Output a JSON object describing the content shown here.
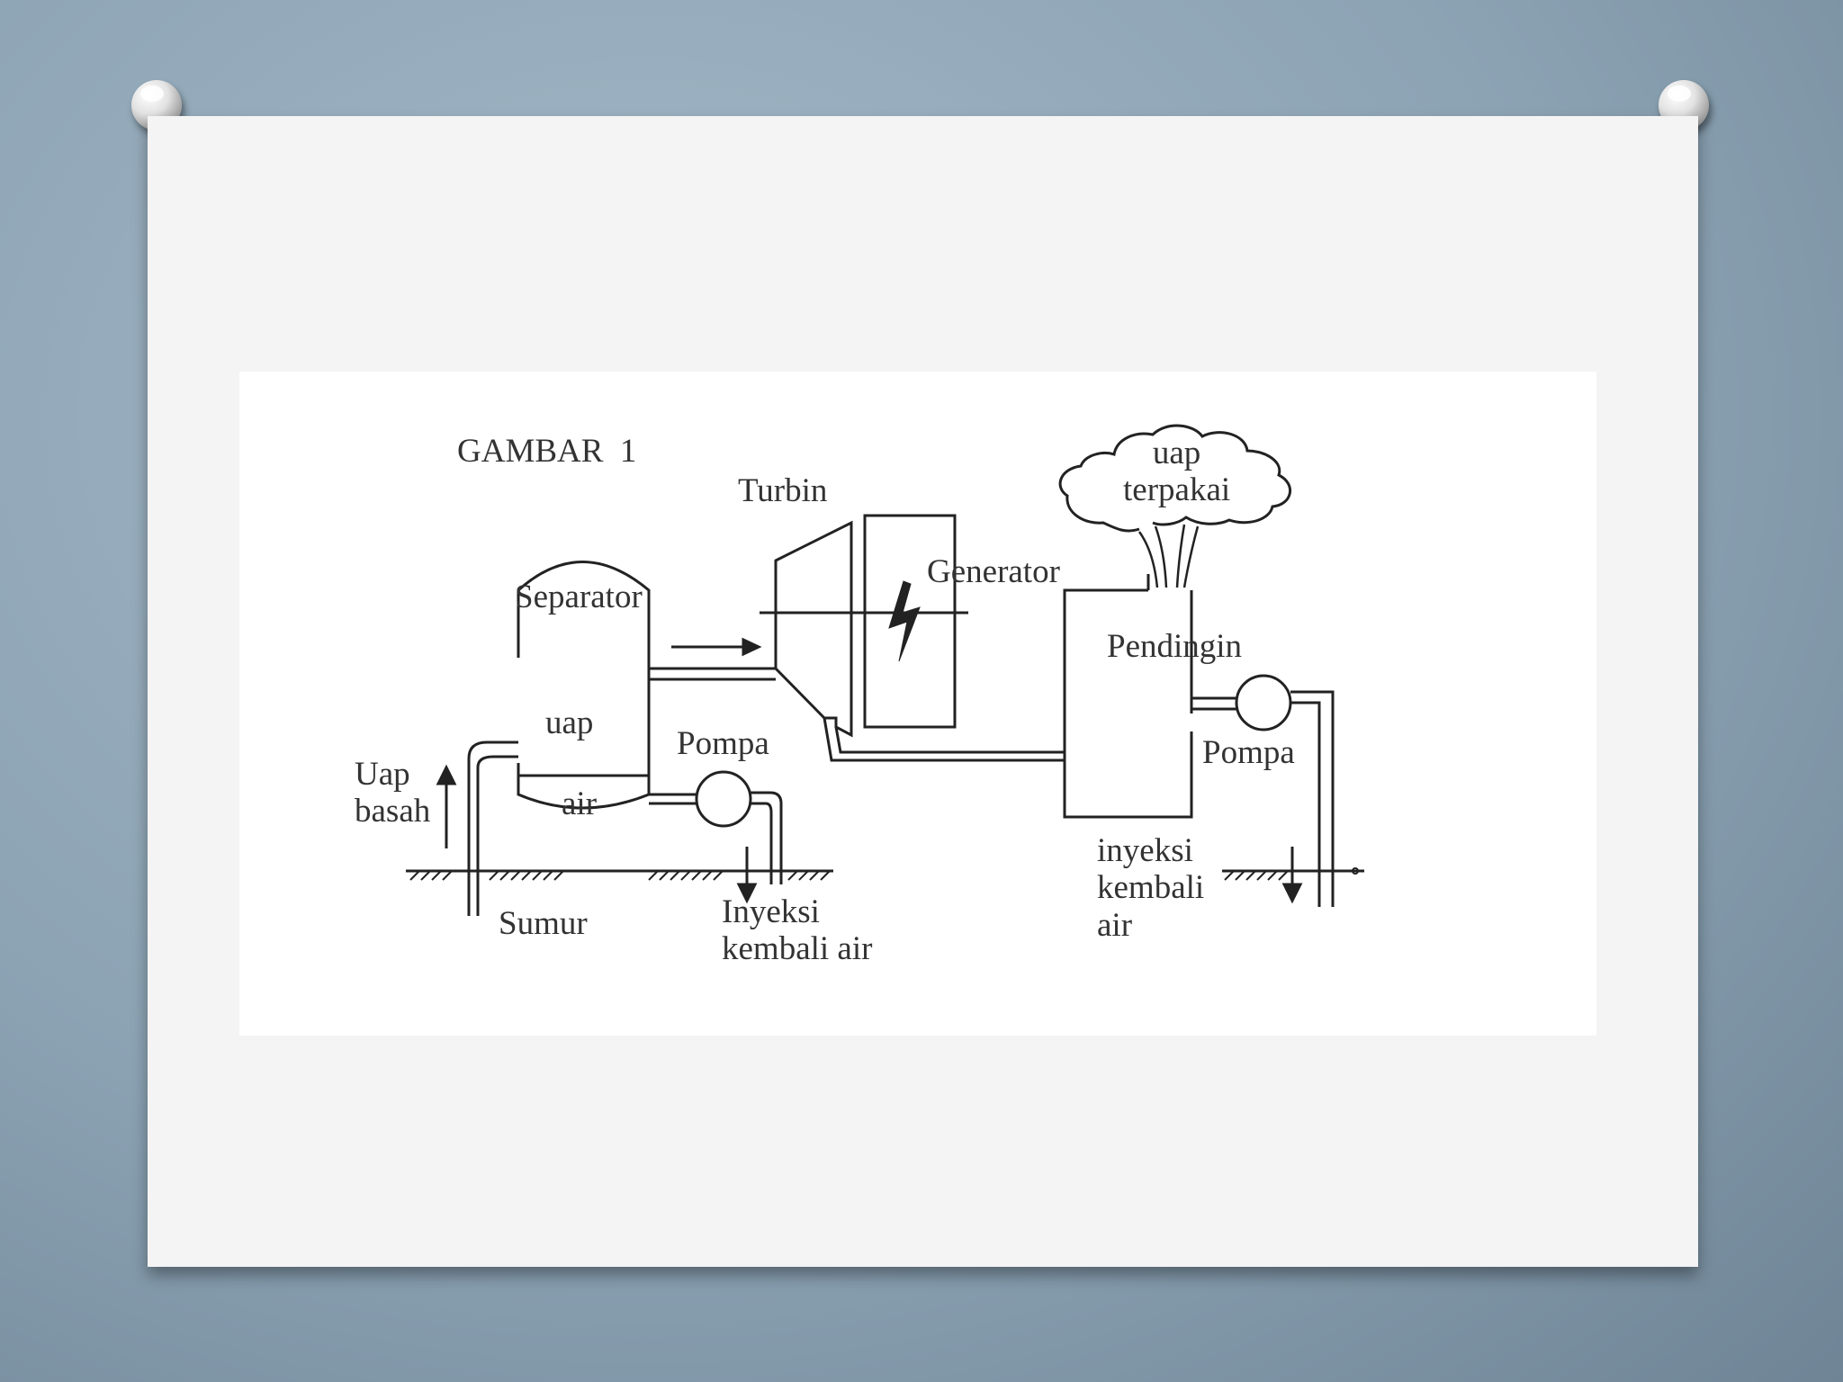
{
  "figure": {
    "title": "GAMBAR  1",
    "labels": {
      "turbin": "Turbin",
      "generator": "Generator",
      "separator": "Separator",
      "uap_separator": "uap",
      "air_separator": "air",
      "uap_basah": "Uap\nbasah",
      "pompa_left": "Pompa",
      "sumur": "Sumur",
      "injeksi_left": "Inyeksi\nkembali air",
      "uap_terpakai": "uap\nterpakai",
      "pendingin": "Pendingin",
      "pompa_right": "Pompa",
      "injeksi_right": "inyeksi\nkembali\nair"
    }
  },
  "colors": {
    "line": "#222222",
    "text": "#333333",
    "background": "#8ca3b4",
    "board": "#f4f4f4"
  }
}
